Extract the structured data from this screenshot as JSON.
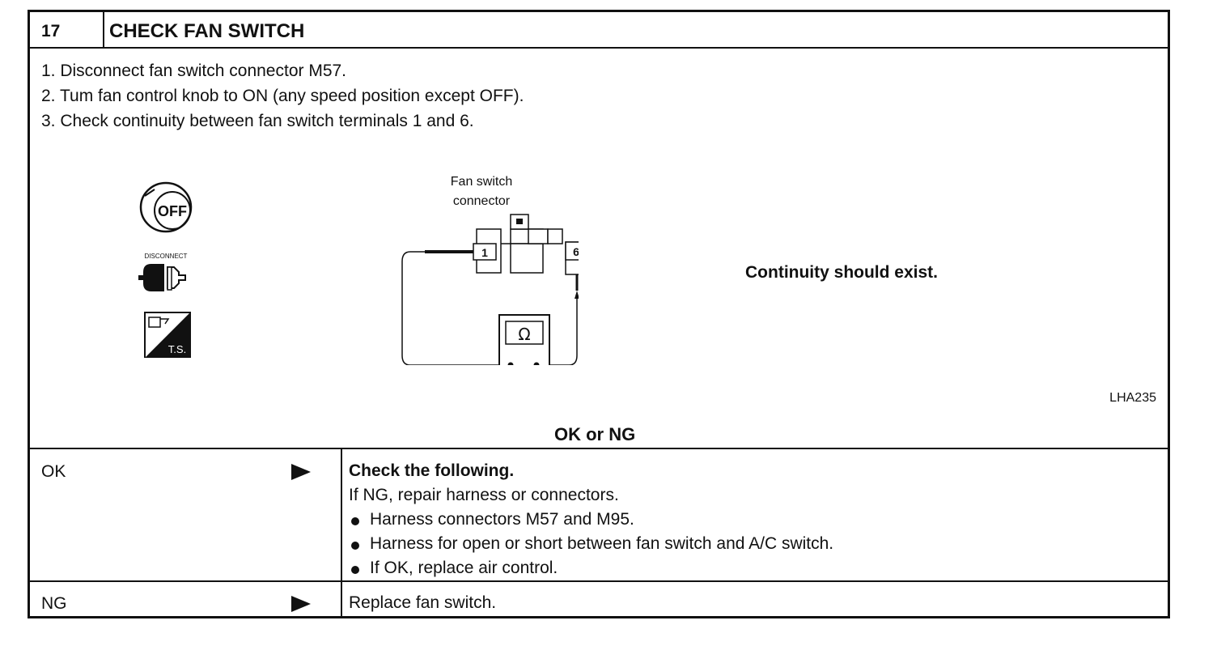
{
  "step": {
    "number": "17",
    "title": "CHECK FAN SWITCH"
  },
  "instructions": [
    "1.  Disconnect fan switch connector M57.",
    "2.  Tum fan control knob to ON (any speed position except OFF).",
    "3.  Check continuity between fan switch terminals 1 and 6."
  ],
  "icons": {
    "ignition": {
      "name": "ignition-off-icon",
      "text": "OFF"
    },
    "disconnect": {
      "name": "disconnect-icon",
      "text": "DISCONNECT"
    },
    "tester": {
      "name": "test-service-icon",
      "text": "T.S."
    }
  },
  "diagram": {
    "label_line1": "Fan switch",
    "label_line2": "connector",
    "terminal_a": "1",
    "terminal_b": "6",
    "meter_symbol": "Ω"
  },
  "result_text": "Continuity should exist.",
  "figure_id": "LHA235",
  "decision_prompt": "OK or NG",
  "ok_row": {
    "label": "OK",
    "lead": "Check the following.",
    "note": "If NG, repair harness or connectors.",
    "bullets": [
      "Harness connectors M57 and M95.",
      "Harness for open or short between fan switch and A/C switch.",
      "If OK, replace air control."
    ]
  },
  "ng_row": {
    "label": "NG",
    "action": "Replace fan switch."
  }
}
